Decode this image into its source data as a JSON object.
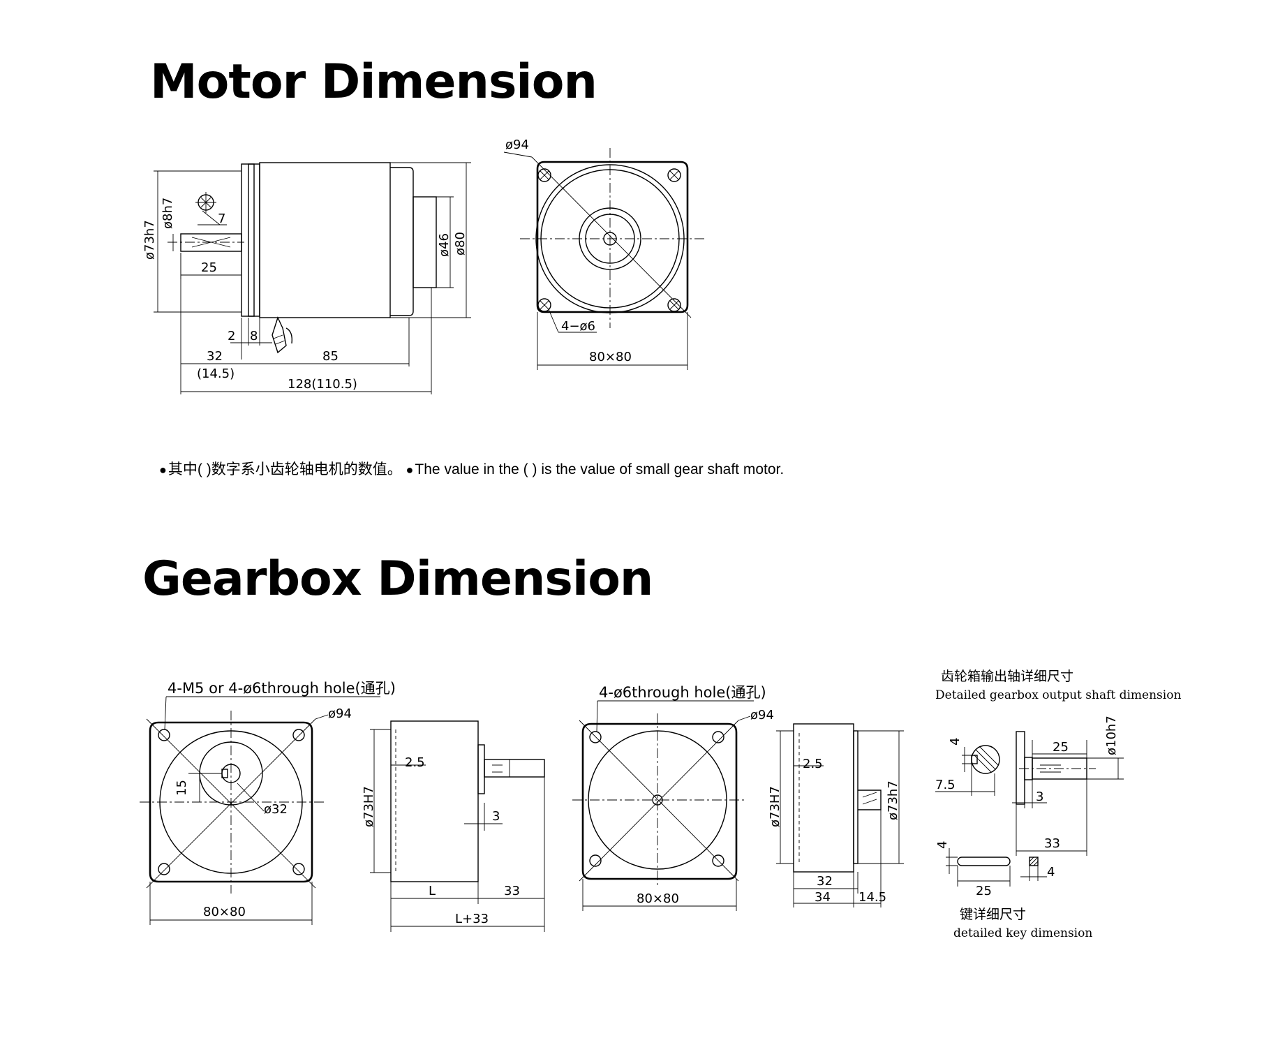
{
  "motor": {
    "title": "Motor Dimension",
    "side_view": {
      "d_flange": "ø73h7",
      "d_shaft": "ø8h7",
      "key_width": "7",
      "shaft_length": "25",
      "d_rear": "ø46",
      "height": "ø80",
      "dim_2": "2",
      "dim_8": "8",
      "dim_32": "32",
      "dim_14_5": "(14.5)",
      "dim_85": "85",
      "dim_total": "128(110.5)"
    },
    "front_view": {
      "d_bolt_circle": "ø94",
      "holes": "4−ø6",
      "size": "80×80"
    },
    "note": {
      "zh": "其中( )数字系小齿轮轴电机的数值。",
      "en": "The value in the ( ) is the value of small gear shaft motor."
    }
  },
  "gearbox": {
    "title": "Gearbox Dimension",
    "view1": {
      "holes_label": "4-M5 or 4-ø6through hole(通孔)",
      "d_bolt_circle": "ø94",
      "d_boss": "ø32",
      "offset": "15",
      "size": "80×80"
    },
    "view2": {
      "d_pilot": "ø73H7",
      "dim_2_5": "2.5",
      "dim_3": "3",
      "dim_L": "L",
      "dim_33": "33",
      "dim_L33": "L+33"
    },
    "view3": {
      "holes_label": "4-ø6through hole(通孔)",
      "d_bolt_circle": "ø94",
      "size": "80×80"
    },
    "view4": {
      "d_pilot": "ø73H7",
      "d_shaft": "ø73h7",
      "dim_2_5": "2.5",
      "dim_32": "32",
      "dim_34": "34",
      "dim_14_5": "14.5"
    },
    "shaft_detail": {
      "title_zh": "齿轮箱输出轴详细尺寸",
      "title_en": "Detailed gearbox output shaft dimension",
      "d_shaft": "ø10h7",
      "key_w": "4",
      "flat": "7.5",
      "len_25": "25",
      "dim_3": "3",
      "dim_33": "33"
    },
    "key_detail": {
      "key_h": "4",
      "key_len": "25",
      "key_w": "4",
      "title_zh": "键详细尺寸",
      "title_en": "detailed key dimension"
    }
  }
}
